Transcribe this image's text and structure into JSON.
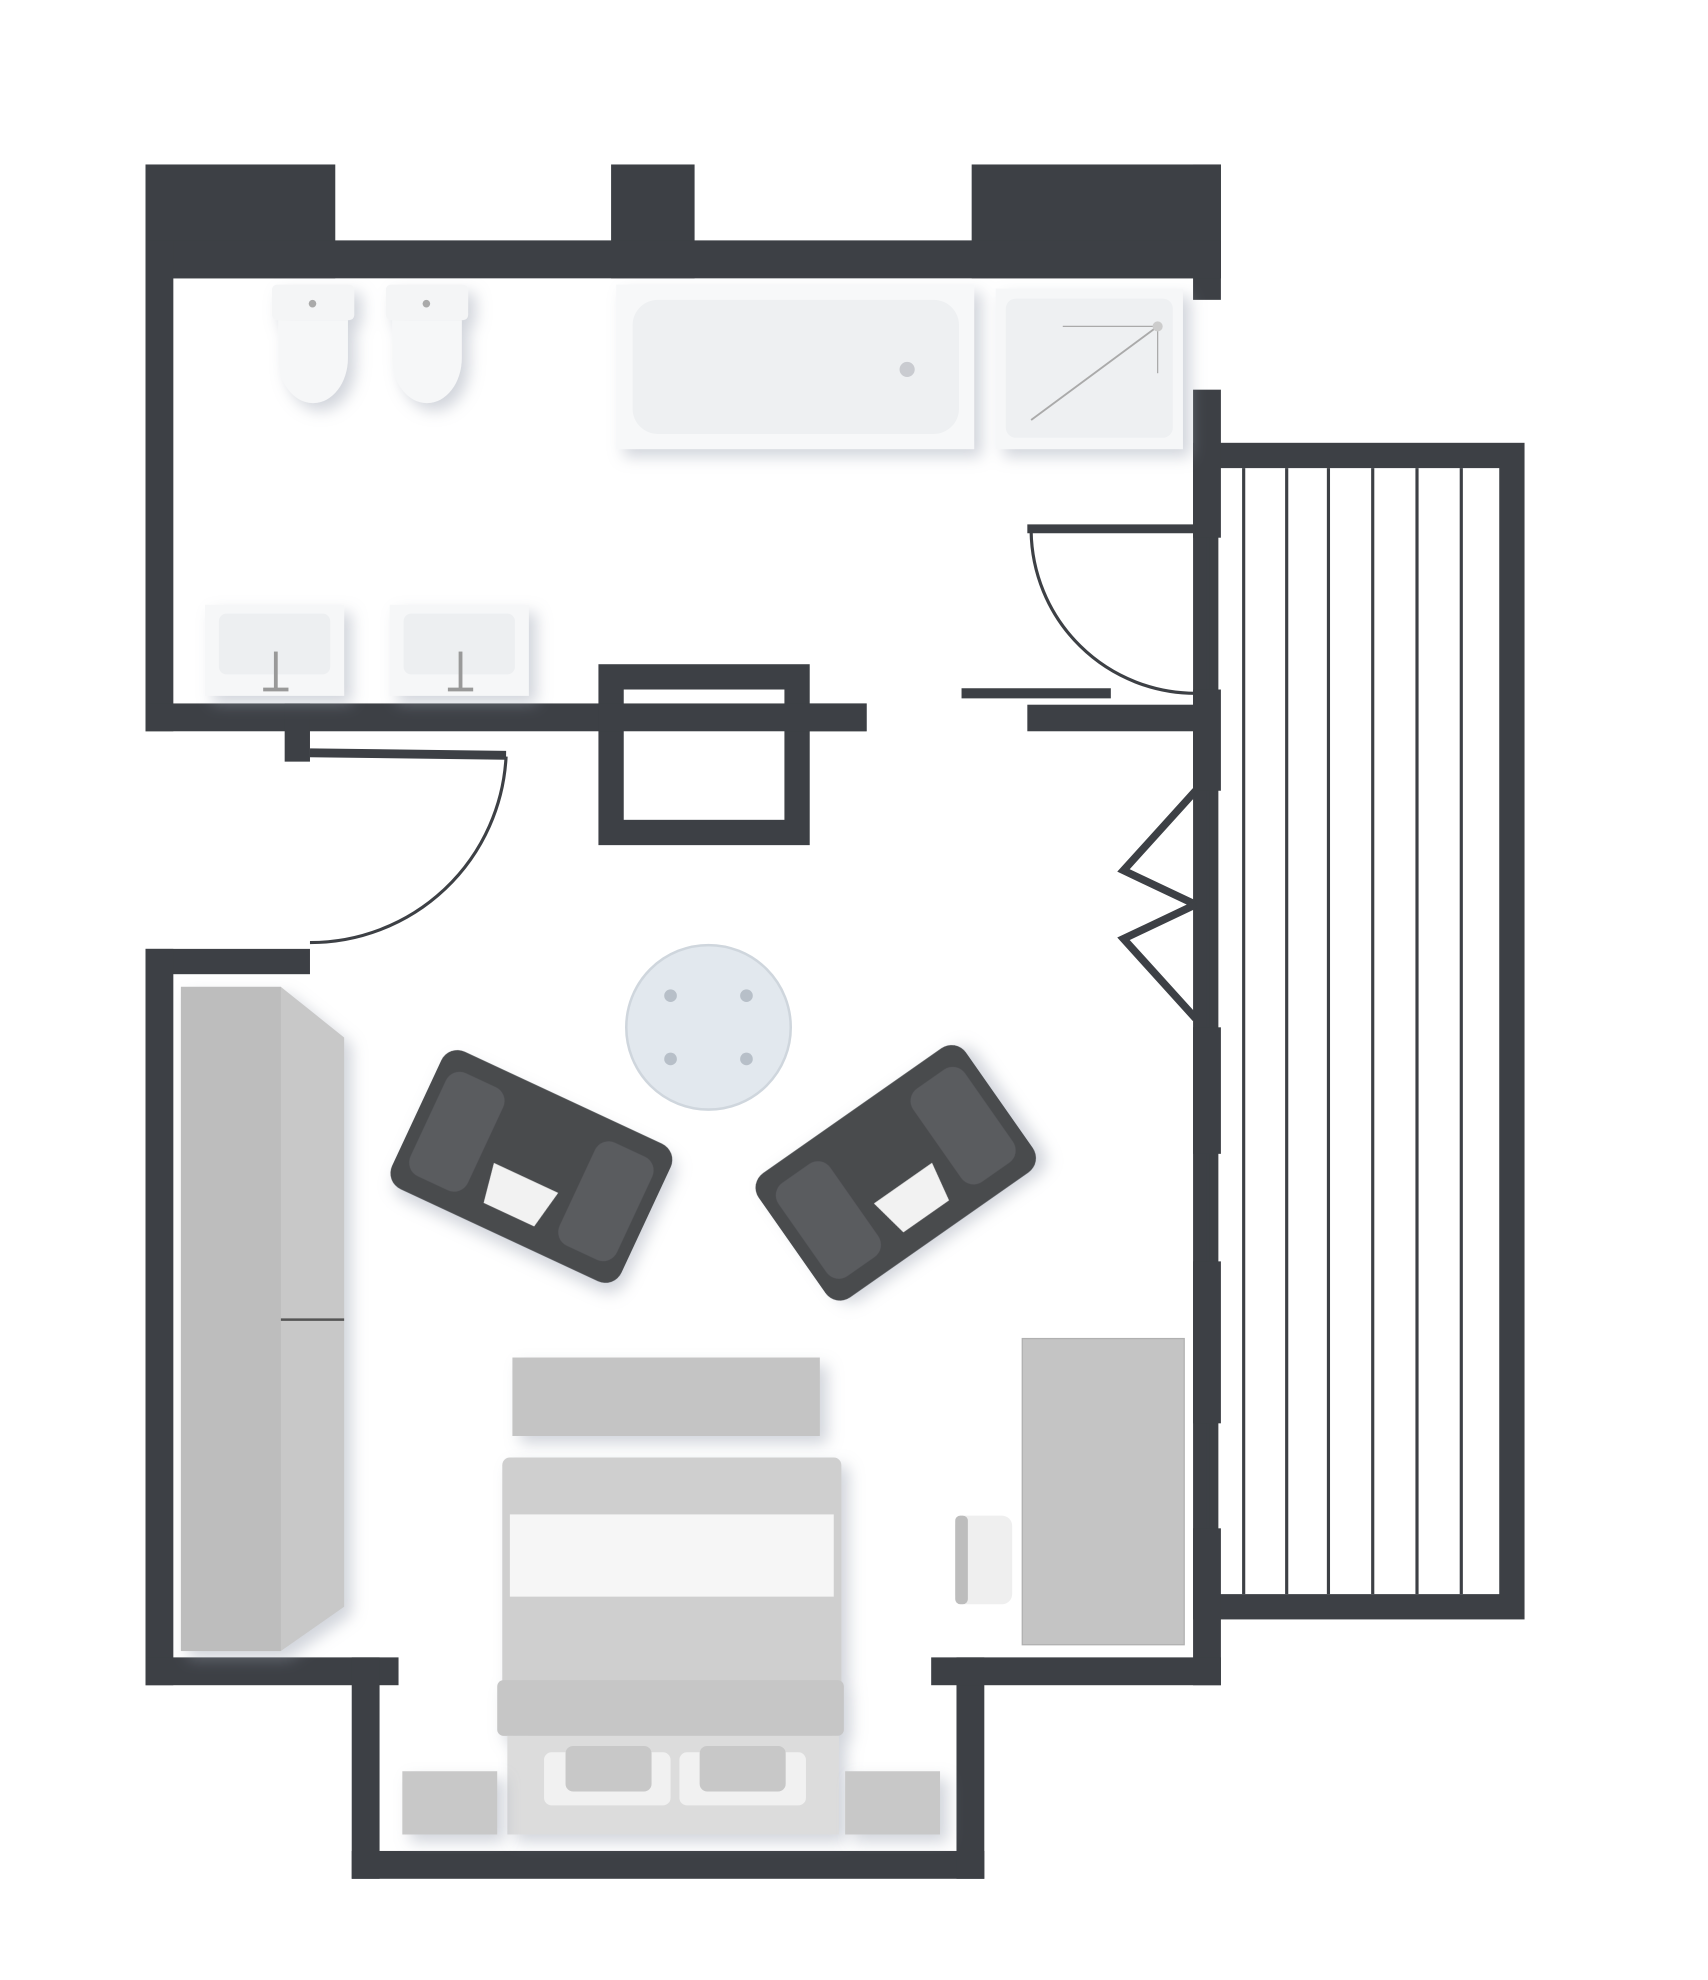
{
  "colors": {
    "wall": "#3d4045",
    "fixture": "#f4f5f6",
    "furniture": "#c4c4c4",
    "armchair": "#4a4b4e",
    "background": "#ffffff"
  },
  "plan": {
    "rooms": [
      "bathroom",
      "bedroom",
      "balcony"
    ],
    "bathroom_fixtures": [
      "toilet",
      "bidet",
      "bathtub",
      "shower",
      "sink",
      "sink"
    ],
    "bedroom_furniture": [
      "wardrobe",
      "round-table",
      "armchair",
      "armchair",
      "bench",
      "double-bed",
      "nightstand",
      "nightstand",
      "desk",
      "desk-chair"
    ]
  }
}
